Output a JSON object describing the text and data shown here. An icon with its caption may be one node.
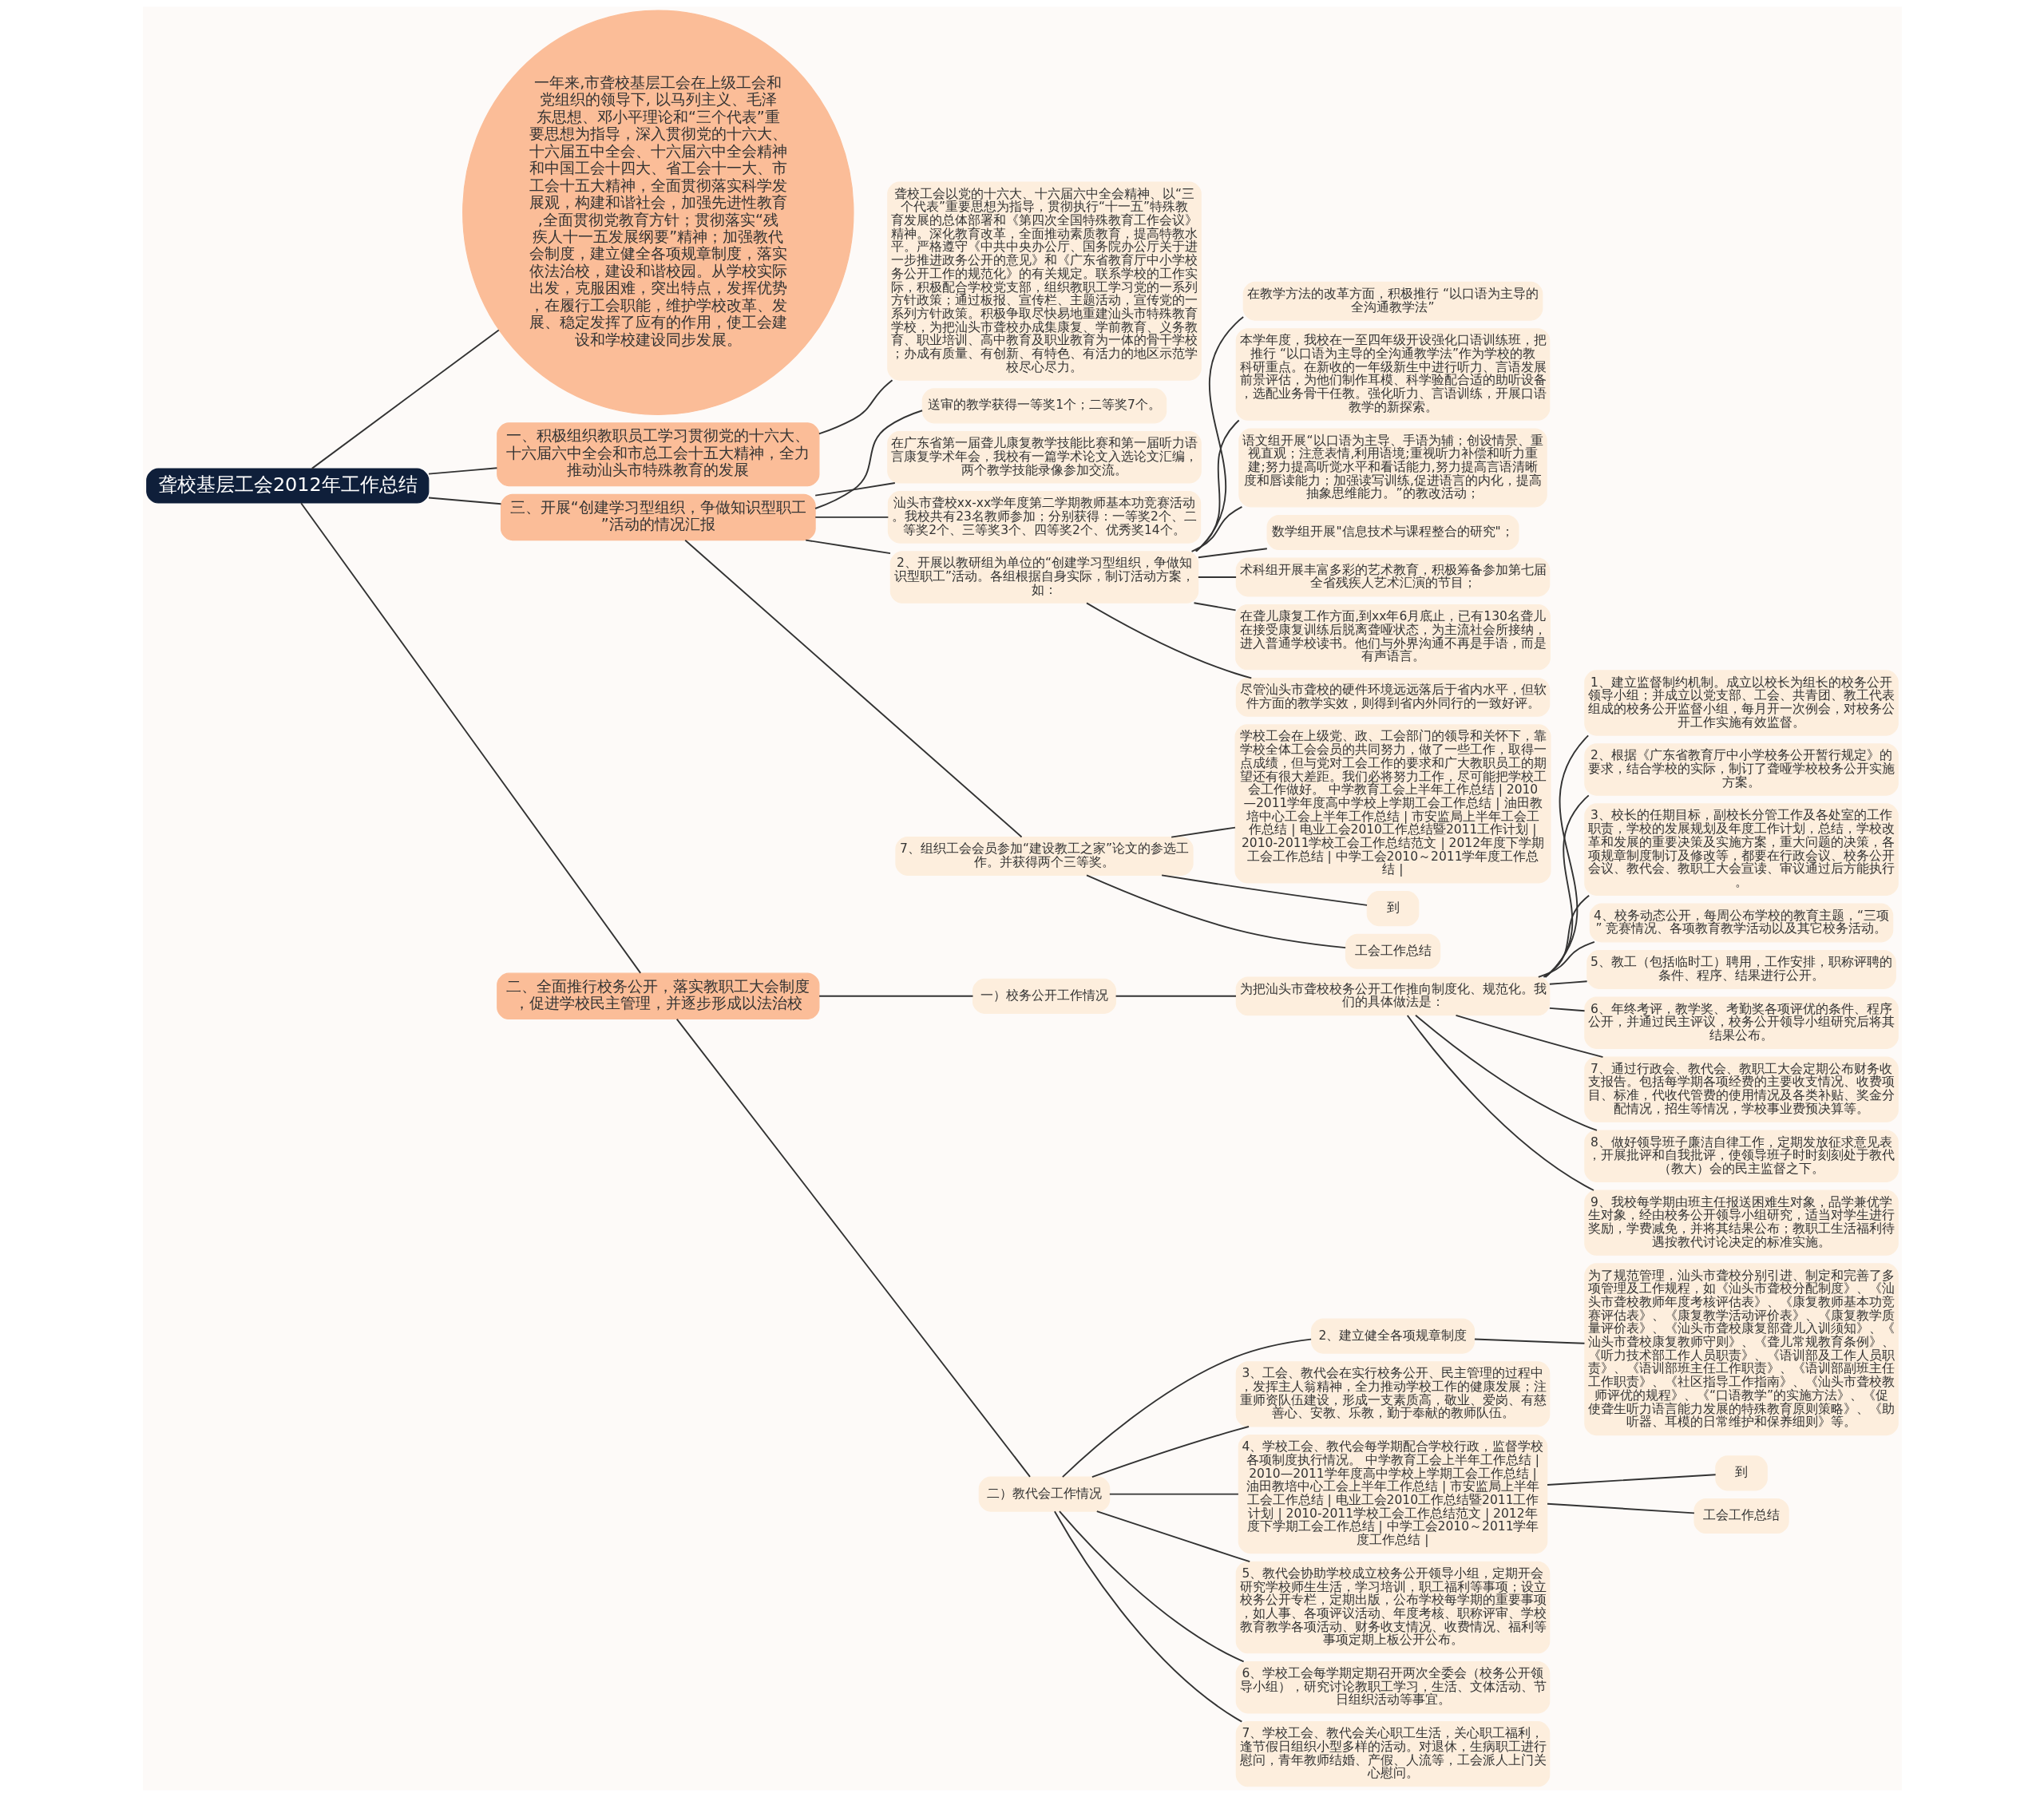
{
  "diagram": {
    "nodes": [
      {
        "text": [
          "聋校基层工会2012年工作总结"
        ]
      },
      {
        "text": [
          "一年来,市聋校基层工会在上级工会和党组织的领导下, 以马列主义、毛泽东思想、邓小平理论和“三个代表”重要思想为指导，深入贯彻党的十六大、十六届五中全会、十六届六中全会精神和中国工会十四大、省工会十一大、市工会十五大精神，全面贯彻落实科学发展观，构建和谐社会，加强先进性教育,全面贯彻党教育方针；贯彻落实“残疾人十一五发展纲要”精神；加强教代会制度，建立健全各项规章制度，落实依法治校，建设和谐校园。从学校实际出发，克服困难，突出特点，发挥优势，在履行工会职能，维护学校改革、发展、稳定发挥了应有的作用，使工会建设和学校建设同步发展。"
        ]
      },
      {
        "text": [
          "一、积极组织教职员工学习贯彻党的十六大、十六届六中全会和市总工会十五大精神，全力推动汕头市特殊教育的发展"
        ]
      },
      {
        "text": [
          "聋校工会以党的十六大、十六届六中全会精神、以“三个代表”重要思想为指导，贯彻执行“十一五”特殊教育发展的总体部署和《第四次全国特殊教育工作会议》精神。深化教育改革，全面推动素质教育，提高特教水平。严格遵守《中共中央办公厅、国务院办公厅关于进一步推进政务公开的意见》和《广东省教育厅中小学校务公开工作的规范化》的有关规定。联系学校的工作实际，积极配合学校党支部，组织教职工学习党的一系列方针政策；通过板报、宣传栏、主题活动，宣传党的一系列方针政策。积极争取尽快易地重建汕头市特殊教育学校，为把汕头市聋校办成集康复、学前教育、义务教育、职业培训、高中教育及职业教育为一体的骨干学校；办成有质量、有创新、有特色、有活力的地区示范学校尽心尽力。"
        ]
      },
      {
        "text": [
          "三、开展“创建学习型组织，争做知识型职工”活动的情况汇报"
        ]
      },
      {
        "text": [
          "送审的教学获得一等奖1个；二等奖7个。"
        ]
      },
      {
        "text": [
          "在广东省第一届聋儿康复教学技能比赛和第一届听力语言康复学术年会，我校有一篇学术论文入选论文汇编，两个教学技能录像参加交流。"
        ]
      },
      {
        "text": [
          "汕头市聋校xx-xx学年度第二学期教师基本功竞赛活动。我校共有23名教师参加；分别获得：一等奖2个、二等奖2个、三等奖3个、四等奖2个、优秀奖14个。"
        ]
      },
      {
        "text": [
          "2、开展以教研组为单位的“创建学习型组织，争做知识型职工”活动。各组根据自身实际，制订活动方案，如："
        ]
      },
      {
        "text": [
          "在教学方法的改革方面，积极推行 “以口语为主导的全沟通教学法”"
        ]
      },
      {
        "text": [
          "本学年度，我校在一至四年级开设强化口语训练班，把推行 “以口语为主导的全沟通教学法”作为学校的教科研重点。在新收的一年级新生中进行听力、言语发展前景评估，为他们制作耳模、科学验配合适的助听设备，选配业务骨干任教。强化听力、言语训练，开展口语教学的新探索。"
        ]
      },
      {
        "text": [
          "语文组开展“以口语为主导、手语为辅；创设情景、重视直观；注意表情,利用语境;重视听力补偿和听力重建;努力提高听觉水平和看话能力,努力提高言语清晰度和唇读能力；加强读写训练,促进语言的内化，提高抽象思维能力。”的教改活动；"
        ]
      },
      {
        "text": [
          "数学组开展\"信息技术与课程整合的研究\"；"
        ]
      },
      {
        "text": [
          "术科组开展丰富多彩的艺术教育，积极筹备参加第七届全省残疾人艺术汇演的节目；"
        ]
      },
      {
        "text": [
          "在聋儿康复工作方面,到xx年6月底止，已有130名聋儿在接受康复训练后脱离聋哑状态，为主流社会所接纳，进入普通学校读书。他们与外界沟通不再是手语，而是有声语言。"
        ]
      },
      {
        "text": [
          "尽管汕头市聋校的硬件环境远远落后于省内水平，但软件方面的教学实效，则得到省内外同行的一致好评。"
        ]
      },
      {
        "text": [
          "7、组织工会会员参加“建设教工之家”论文的参选工作。并获得两个三等奖。"
        ]
      },
      {
        "text": [
          "学校工会在上级党、政、工会部门的领导和关怀下，靠学校全体工会会员的共同努力，做了一些工作，取得一点成绩，但与党对工会工作的要求和广大教职员工的期望还有很大差距。我们必将努力工作，尽可能把学校工会工作做好。 中学教育工会上半年工作总结 | 2010—2011学年度高中学校上学期工会工作总结 | 油田教培中心工会上半年工作总结 | 市安监局上半年工会工作总结 | 电业工会2010工作总结暨2011工作计划 | 2010-2011学校工会工作总结范文 | 2012年度下学期工会工作总结 | 中学工会2010～2011学年度工作总结 |"
        ]
      },
      {
        "text": [
          "到"
        ]
      },
      {
        "text": [
          "工会工作总结"
        ]
      },
      {
        "text": [
          "二、全面推行校务公开，落实教职工大会制度，促进学校民主管理，并逐步形成以法治校"
        ]
      },
      {
        "text": [
          "一）校务公开工作情况"
        ]
      },
      {
        "text": [
          "为把汕头市聋校校务公开工作推向制度化、规范化。我们的具体做法是："
        ]
      },
      {
        "text": [
          "1、建立监督制约机制。成立以校长为组长的校务公开领导小组；并成立以党支部、工会、共青团、教工代表组成的校务公开监督小组，每月开一次例会，对校务公开工作实施有效监督。"
        ]
      },
      {
        "text": [
          "2、根据《广东省教育厅中小学校务公开暂行规定》的要求，结合学校的实际，制订了聋哑学校校务公开实施方案。"
        ]
      },
      {
        "text": [
          "3、校长的任期目标，副校长分管工作及各处室的工作职责，学校的发展规划及年度工作计划，总结，学校改革和发展的重要决策及实施方案，重大问题的决策，各项规章制度制订及修改等，都要在行政会议、校务公开会议、教代会、教职工大会宣读、审议通过后方能执行。"
        ]
      },
      {
        "text": [
          "4、校务动态公开，每周公布学校的教育主题，“三项” 竞赛情况、各项教育教学活动以及其它校务活动。"
        ]
      },
      {
        "text": [
          "5、教工（包括临时工）聘用，工作安排，职称评聘的条件、程序、结果进行公开。"
        ]
      },
      {
        "text": [
          "6、年终考评，教学奖、考勤奖各项评优的条件、程序公开，并通过民主评议，校务公开领导小组研究后将其结果公布。"
        ]
      },
      {
        "text": [
          "7、通过行政会、教代会、教职工大会定期公布财务收支报告。包括每学期各项经费的主要收支情况、收费项目、标准，代收代管费的使用情况及各类补贴、奖金分配情况，招生等情况，学校事业费预决算等。"
        ]
      },
      {
        "text": [
          "8、做好领导班子廉洁自律工作，定期发放征求意见表，开展批评和自我批评，使领导班子时时刻刻处于教代（教大）会的民主监督之下。"
        ]
      },
      {
        "text": [
          "9、我校每学期由班主任报送困难生对象，品学兼优学生对象，经由校务公开领导小组研究，适当对学生进行奖励，学费减免，并将其结果公布；教职工生活福利待遇按教代讨论决定的标准实施。"
        ]
      },
      {
        "text": [
          "二）教代会工作情况"
        ]
      },
      {
        "text": [
          "2、建立健全各项规章制度"
        ]
      },
      {
        "text": [
          "为了规范管理，汕头市聋校分别引进、制定和完善了多项管理及工作规程，如《汕头市聋校分配制度》、《汕头市聋校教师年度考核评估表》、《康复教师基本功竞赛评估表》、《康复教学活动评价表》、《康复教学质量评价表》、《汕头市聋校康复部聋儿入训须知》、《汕头市聋校康复教师守则》、《聋儿常规教育条例》、《听力技术部工作人员职责》、《语训部及工作人员职责》、《语训部班主任工作职责》、《语训部副班主任工作职责》、《社区指导工作指南》、《汕头市聋校教师评优的规程》、《“口语教学”的实施方法》、《促使聋生听力语言能力发展的特殊教育原则策略》、《助听器、耳模的日常维护和保养细则》等。"
        ]
      },
      {
        "text": [
          "3、工会、教代会在实行校务公开、民主管理的过程中，发挥主人翁精神，全力推动学校工作的健康发展；注重师资队伍建设，形成一支素质高，敬业、爱岗、有慈善心、安教、乐教，勤于奉献的教师队伍。"
        ]
      },
      {
        "text": [
          "4、学校工会、教代会每学期配合学校行政，监督学校各项制度执行情况。 中学教育工会上半年工作总结 | 2010—2011学年度高中学校上学期工会工作总结 | 油田教培中心工会上半年工作总结 | 市安监局上半年工会工作总结 | 电业工会2010工作总结暨2011工作计划 | 2010-2011学校工会工作总结范文 | 2012年度下学期工会工作总结 | 中学工会2010～2011学年度工作总结 |"
        ]
      },
      {
        "text": [
          "到"
        ]
      },
      {
        "text": [
          "工会工作总结"
        ]
      },
      {
        "text": [
          "5、教代会协助学校成立校务公开领导小组，定期开会研究学校师生生活，学习培训，职工福利等事项；设立校务公开专栏，定期出版，公布学校每学期的重要事项，如人事、各项评议活动、年度考核、职称评审、学校教育教学各项活动、财务收支情况、收费情况、福利等事项定期上板公开公布。"
        ]
      },
      {
        "text": [
          "6、学校工会每学期定期召开两次全委会（校务公开领导小组），研究讨论教职工学习，生活、文体活动、节日组织活动等事宜。"
        ]
      },
      {
        "text": [
          "7、学校工会、教代会关心职工生活，关心职工福利，逢节假日组织小型多样的活动。对退休，生病职工进行慰问，青年教师结婚、产假、人流等，工会派人上门关心慰问。"
        ]
      }
    ],
    "edges": [
      {
        "from": 0,
        "to": 1,
        "arrow": "none"
      },
      {
        "from": 0,
        "to": 2,
        "arrow": "none"
      },
      {
        "from": 2,
        "to": 3,
        "arrow": "none"
      },
      {
        "from": 0,
        "to": 4,
        "arrow": "none"
      },
      {
        "from": 4,
        "to": 5,
        "arrow": "none"
      },
      {
        "from": 4,
        "to": 6,
        "arrow": "none"
      },
      {
        "from": 4,
        "to": 7,
        "arrow": "none"
      },
      {
        "from": 4,
        "to": 8,
        "arrow": "none"
      },
      {
        "from": 8,
        "to": 9,
        "arrow": "none"
      },
      {
        "from": 8,
        "to": 10,
        "arrow": "none"
      },
      {
        "from": 8,
        "to": 11,
        "arrow": "none"
      },
      {
        "from": 8,
        "to": 12,
        "arrow": "none"
      },
      {
        "from": 8,
        "to": 13,
        "arrow": "none"
      },
      {
        "from": 8,
        "to": 14,
        "arrow": "none"
      },
      {
        "from": 8,
        "to": 15,
        "arrow": "none"
      },
      {
        "from": 4,
        "to": 16,
        "arrow": "none"
      },
      {
        "from": 16,
        "to": 17,
        "arrow": "none"
      },
      {
        "from": 16,
        "to": 18,
        "arrow": "none"
      },
      {
        "from": 16,
        "to": 19,
        "arrow": "none"
      },
      {
        "from": 0,
        "to": 20,
        "arrow": "none"
      },
      {
        "from": 20,
        "to": 21,
        "arrow": "none"
      },
      {
        "from": 21,
        "to": 22,
        "arrow": "none"
      },
      {
        "from": 22,
        "to": 23,
        "arrow": "none"
      },
      {
        "from": 22,
        "to": 24,
        "arrow": "none"
      },
      {
        "from": 22,
        "to": 25,
        "arrow": "none"
      },
      {
        "from": 22,
        "to": 26,
        "arrow": "none"
      },
      {
        "from": 22,
        "to": 27,
        "arrow": "none"
      },
      {
        "from": 22,
        "to": 28,
        "arrow": "none"
      },
      {
        "from": 22,
        "to": 29,
        "arrow": "none"
      },
      {
        "from": 22,
        "to": 30,
        "arrow": "none"
      },
      {
        "from": 22,
        "to": 31,
        "arrow": "none"
      },
      {
        "from": 20,
        "to": 32,
        "arrow": "none"
      },
      {
        "from": 32,
        "to": 33,
        "arrow": "none"
      },
      {
        "from": 33,
        "to": 34,
        "arrow": "none"
      },
      {
        "from": 32,
        "to": 35,
        "arrow": "none"
      },
      {
        "from": 32,
        "to": 36,
        "arrow": "none"
      },
      {
        "from": 36,
        "to": 37,
        "arrow": "none"
      },
      {
        "from": 36,
        "to": 38,
        "arrow": "none"
      },
      {
        "from": 32,
        "to": 39,
        "arrow": "none"
      },
      {
        "from": 32,
        "to": 40,
        "arrow": "none"
      },
      {
        "from": 32,
        "to": 41,
        "arrow": "none"
      }
    ]
  }
}
